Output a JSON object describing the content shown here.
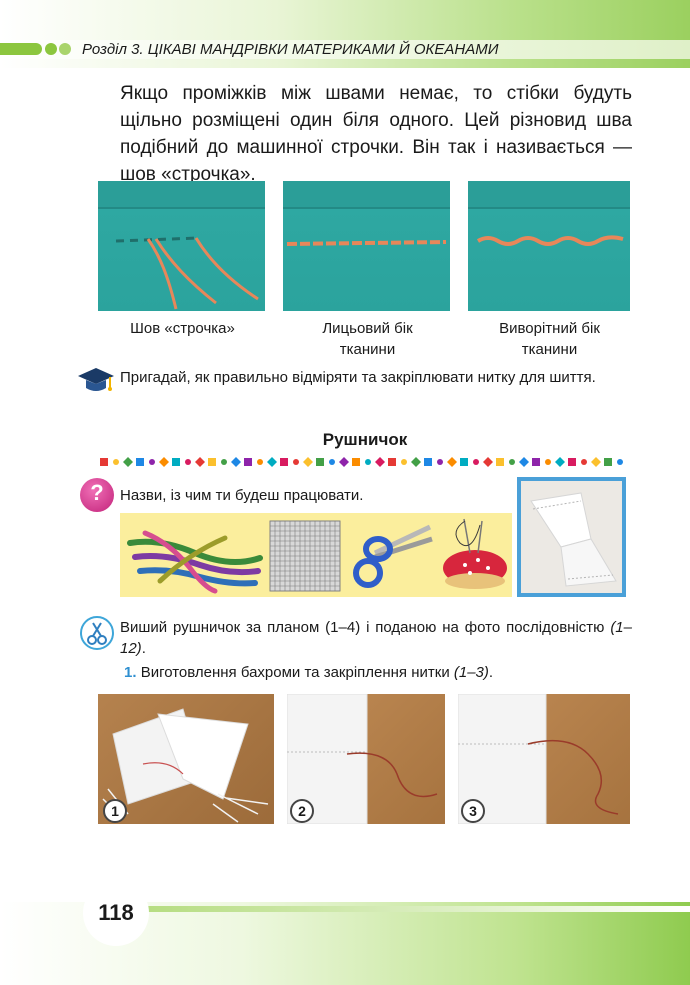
{
  "header": {
    "chapter": "Розділ 3.",
    "chapter_title": "ЦІКАВІ МАНДРІВКИ МАТЕРИКАМИ Й ОКЕАНАМИ"
  },
  "intro_paragraph": "Якщо проміжків між швами немає, то стібки будуть щільно розміщені один біля одного. Цей різновид шва подібний до машинної строчки. Він так і називається — шов «строчка».",
  "stitch_photos": {
    "captions": [
      "Шов «строчка»",
      "Лицьовий бік тканини",
      "Виворітний бік тканини"
    ]
  },
  "reminder": "Пригадай, як правильно відміряти та закріплювати нитку для шиття.",
  "section_title": "Рушничок",
  "question": "Назви, із чим ти будеш працювати.",
  "task": {
    "text_main": "Виший рушничок за планом (1–4) і поданою на фото послідовністю",
    "text_ref": "(1–12)",
    "text_end": "."
  },
  "step": {
    "number": "1.",
    "text": "Виготовлення бахроми та закріплення нитки",
    "ref": "(1–3)",
    "end": "."
  },
  "step_photos": [
    "1",
    "2",
    "3"
  ],
  "page_number": "118",
  "colors": {
    "accent_green": "#8cc63f",
    "fabric_teal": "#2ba39d",
    "thread_orange": "#e7875a",
    "band_yellow": "#fbee9d"
  }
}
